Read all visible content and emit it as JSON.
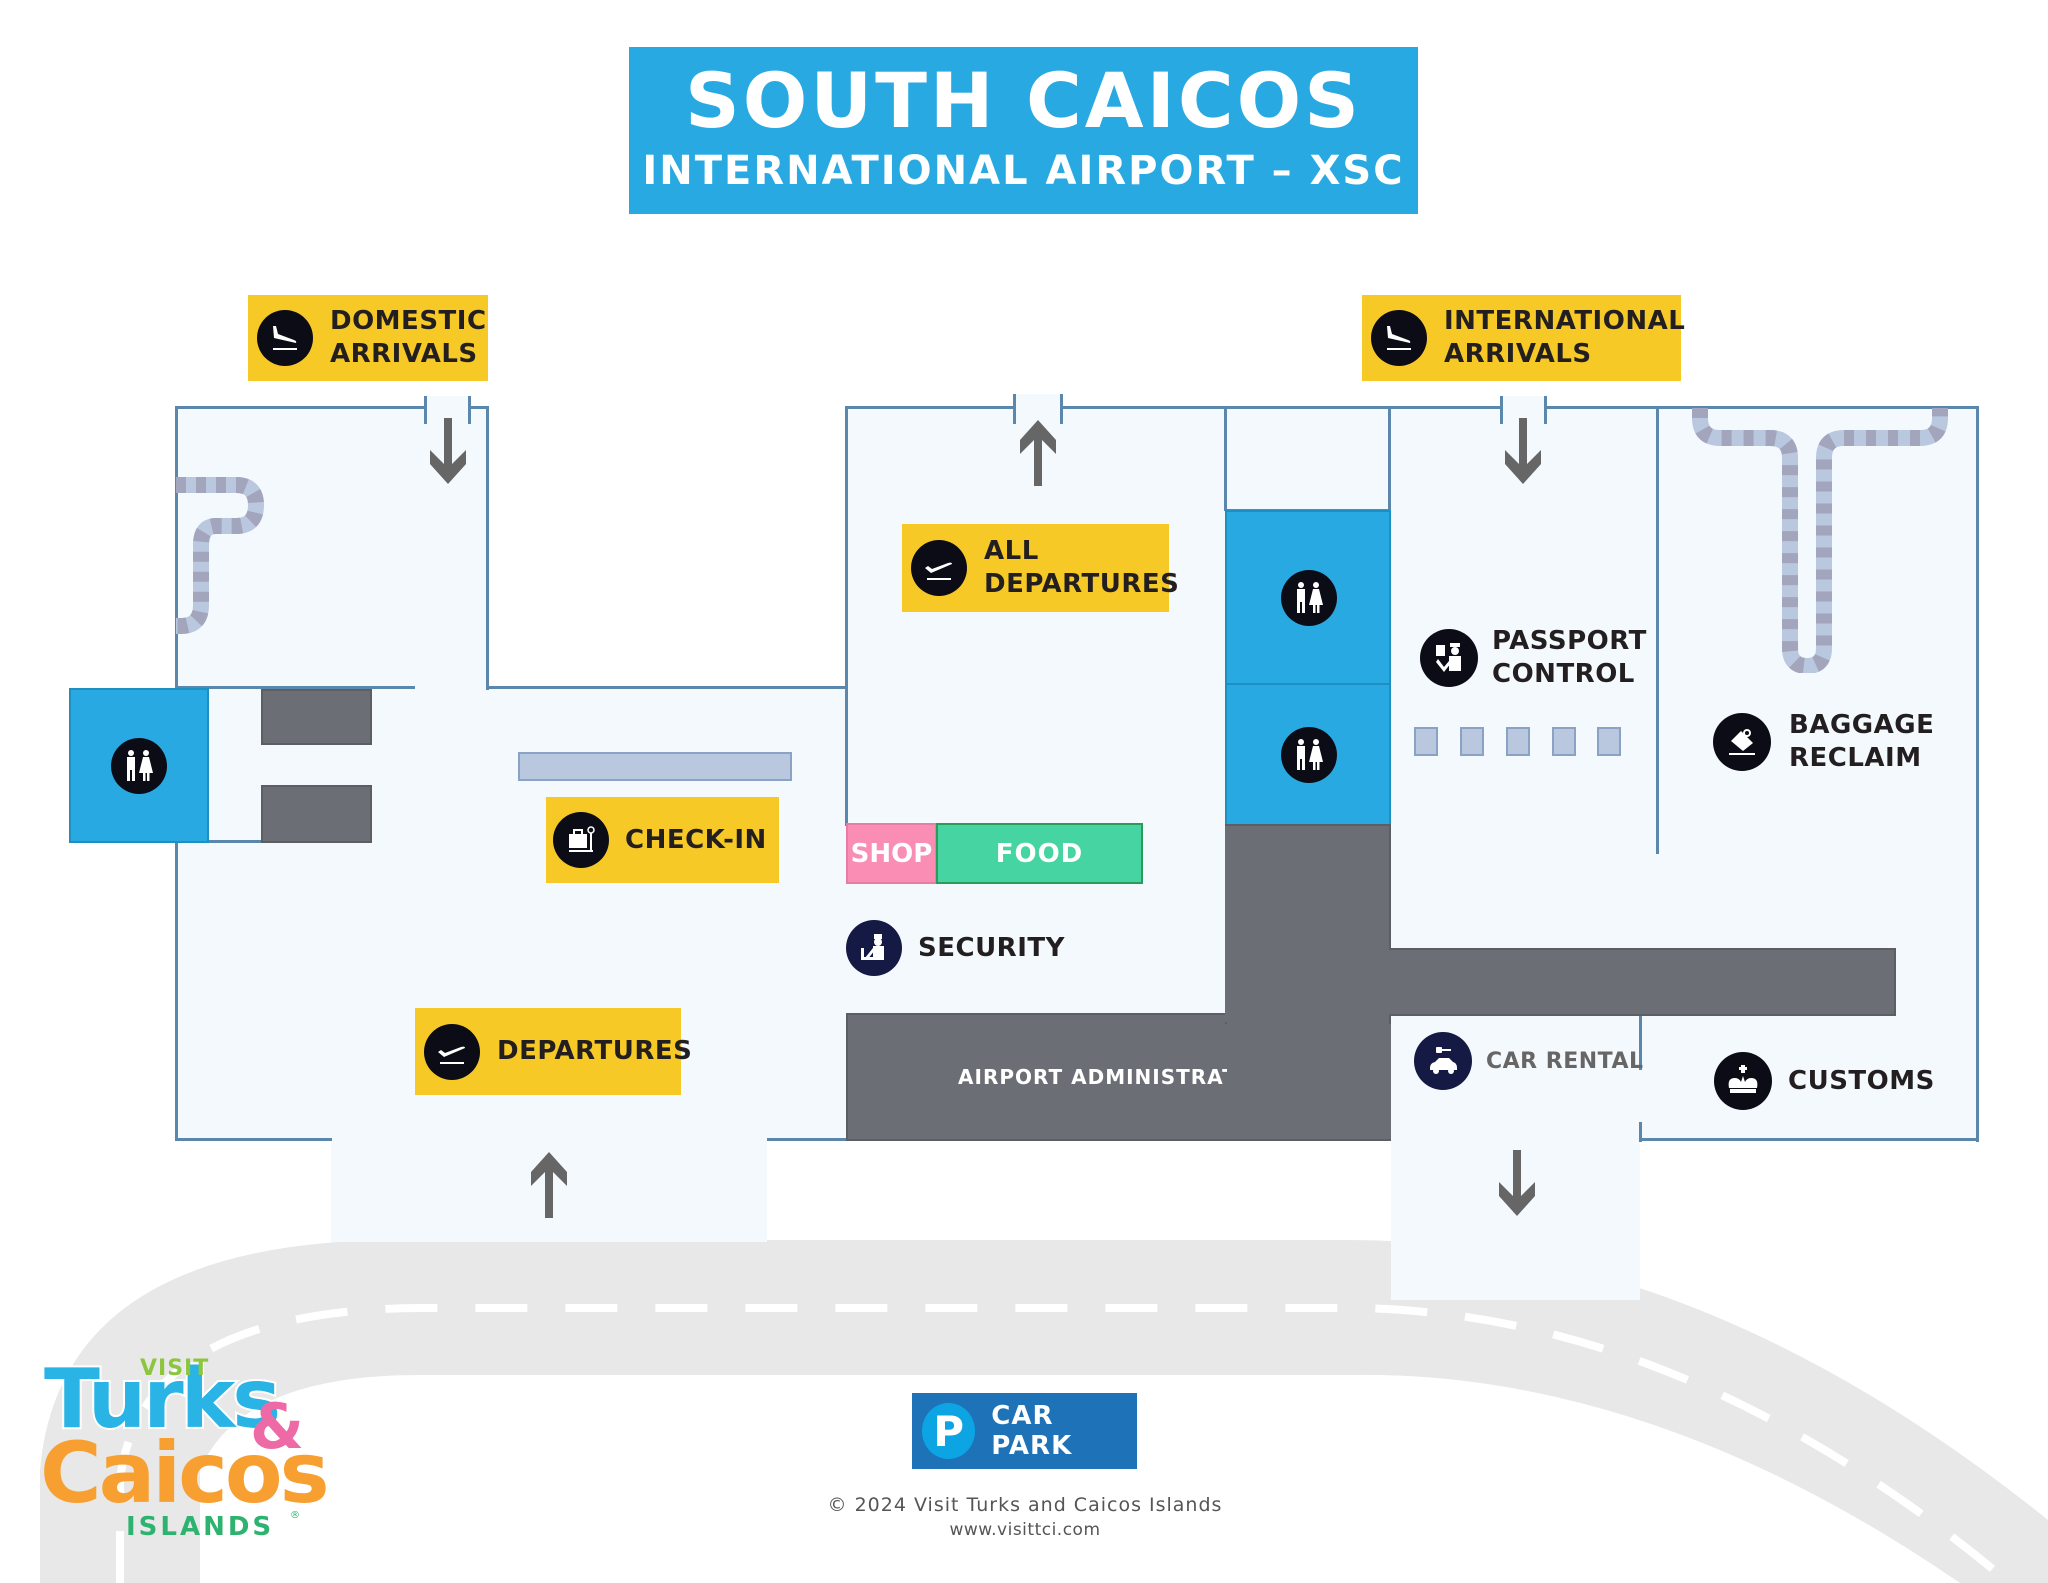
{
  "title": {
    "main": "SOUTH CAICOS",
    "sub": "INTERNATIONAL AIRPORT – XSC"
  },
  "labels": {
    "domestic_arrivals": [
      "DOMESTIC",
      "ARRIVALS"
    ],
    "international_arrivals": [
      "INTERNATIONAL",
      "ARRIVALS"
    ],
    "all_departures": [
      "ALL",
      "DEPARTURES"
    ],
    "check_in": "CHECK-IN",
    "departures": "DEPARTURES",
    "shop": "SHOP",
    "food": "FOOD",
    "security": "SECURITY",
    "airport_administration": "AIRPORT ADMINISTRATION",
    "passport_control": [
      "PASSPORT",
      "CONTROL"
    ],
    "baggage_reclaim": [
      "BAGGAGE",
      "RECLAIM"
    ],
    "car_rental": "CAR RENTAL",
    "customs": "CUSTOMS",
    "car_park": "CAR PARK",
    "car_park_symbol": "P"
  },
  "icons": {
    "domestic_arrivals": "plane-landing-icon",
    "international_arrivals": "plane-landing-icon",
    "all_departures": "plane-takeoff-icon",
    "departures": "plane-takeoff-icon",
    "check_in": "luggage-scale-icon",
    "security": "security-officer-icon",
    "passport_control": "passport-officer-icon",
    "baggage_reclaim": "baggage-reclaim-icon",
    "car_rental": "car-key-icon",
    "customs": "crown-icon",
    "restroom": "restroom-icon",
    "parking": "parking-icon"
  },
  "colors": {
    "title_bg": "#29a9e1",
    "label_yellow": "#f6c926",
    "restroom_blue": "#29a9e1",
    "admin_gray": "#6c6e76",
    "shop_pink": "#f98db4",
    "food_green": "#46d4a2",
    "car_park_blue": "#1e72b8",
    "wall_blue": "#5b87ad",
    "floor": "#f4f9fe",
    "road": "#e8e8e8"
  },
  "logo": {
    "visit": "VISIT",
    "turks": "Turks",
    "amp": "&",
    "caicos": "Caicos",
    "islands": "ISLANDS",
    "reg": "®"
  },
  "footer": {
    "copyright": "© 2024 Visit Turks and Caicos Islands",
    "website": "www.visittci.com"
  },
  "passport_desks_count": 5
}
